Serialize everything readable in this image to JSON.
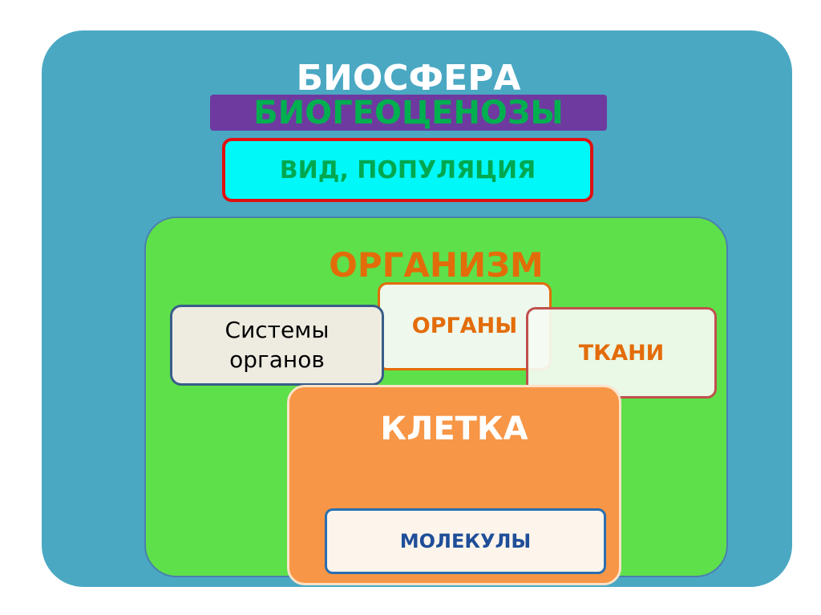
{
  "levels": {
    "biosphere": "БИОСФЕРА",
    "biogeocenoses": "БИОГЕОЦЕНОЗЫ",
    "species_population": "ВИД, ПОПУЛЯЦИЯ",
    "organism": "ОРГАНИЗМ",
    "organ_systems_line1": "Системы",
    "organ_systems_line2": "органов",
    "organs": "ОРГАНЫ",
    "tissues": "ТКАНИ",
    "cell": "КЛЕТКА",
    "molecules": "МОЛЕКУЛЫ"
  },
  "colors": {
    "biosphere": "#4aa8c3",
    "biogeocenoses_bar": "#6f3aa0",
    "population_box": "#00f8f8",
    "organism": "#5ee04a",
    "cell": "#f79646"
  }
}
